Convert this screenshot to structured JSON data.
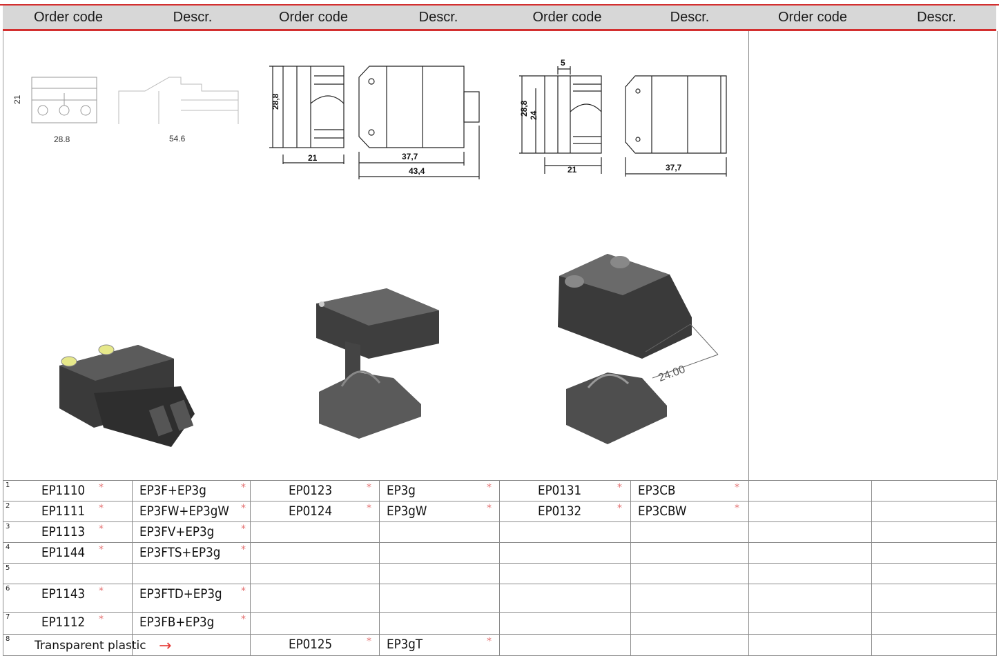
{
  "header": {
    "labels": [
      "Order code",
      "Descr.",
      "Order code",
      "Descr.",
      "Order code",
      "Descr.",
      "Order code",
      "Descr."
    ]
  },
  "drawings": {
    "group1": {
      "height": "21",
      "width": "28.8",
      "length": "54.6"
    },
    "group2": {
      "height": "28,8",
      "width": "21",
      "inner_length": "37,7",
      "outer_length": "43,4"
    },
    "group3": {
      "top": "5",
      "height": "28,8",
      "inner_height": "24",
      "width": "21",
      "length": "37,7",
      "photo_label": "24.00"
    }
  },
  "rows": [
    {
      "num": "1",
      "c1": "EP1110",
      "d1": "EP3F+EP3g",
      "c2": "EP0123",
      "d2": "EP3g",
      "c3": "EP0131",
      "d3": "EP3CB"
    },
    {
      "num": "2",
      "c1": "EP1111",
      "d1": "EP3FW+EP3gW",
      "c2": "EP0124",
      "d2": "EP3gW",
      "c3": "EP0132",
      "d3": "EP3CBW"
    },
    {
      "num": "3",
      "c1": "EP1113",
      "d1": "EP3FV+EP3g",
      "c2": "",
      "d2": "",
      "c3": "",
      "d3": ""
    },
    {
      "num": "4",
      "c1": "EP1144",
      "d1": "EP3FTS+EP3g",
      "c2": "",
      "d2": "",
      "c3": "",
      "d3": ""
    },
    {
      "num": "5",
      "c1": "",
      "d1": "",
      "c2": "",
      "d2": "",
      "c3": "",
      "d3": ""
    },
    {
      "num": "6",
      "c1": "EP1143",
      "d1": "EP3FTD+EP3g",
      "c2": "",
      "d2": "",
      "c3": "",
      "d3": ""
    },
    {
      "num": "7",
      "c1": "EP1112",
      "d1": "EP3FB+EP3g",
      "c2": "",
      "d2": "",
      "c3": "",
      "d3": ""
    },
    {
      "num": "8",
      "c1": "",
      "d1": "",
      "c2": "EP0125",
      "d2": "EP3gT",
      "c3": "",
      "d3": ""
    }
  ],
  "transparent_label": "Transparent plastic",
  "star_glyph": "*",
  "colors": {
    "accent": "#d32f2f",
    "header_bg": "#d7d7d7",
    "star": "#e57373"
  }
}
